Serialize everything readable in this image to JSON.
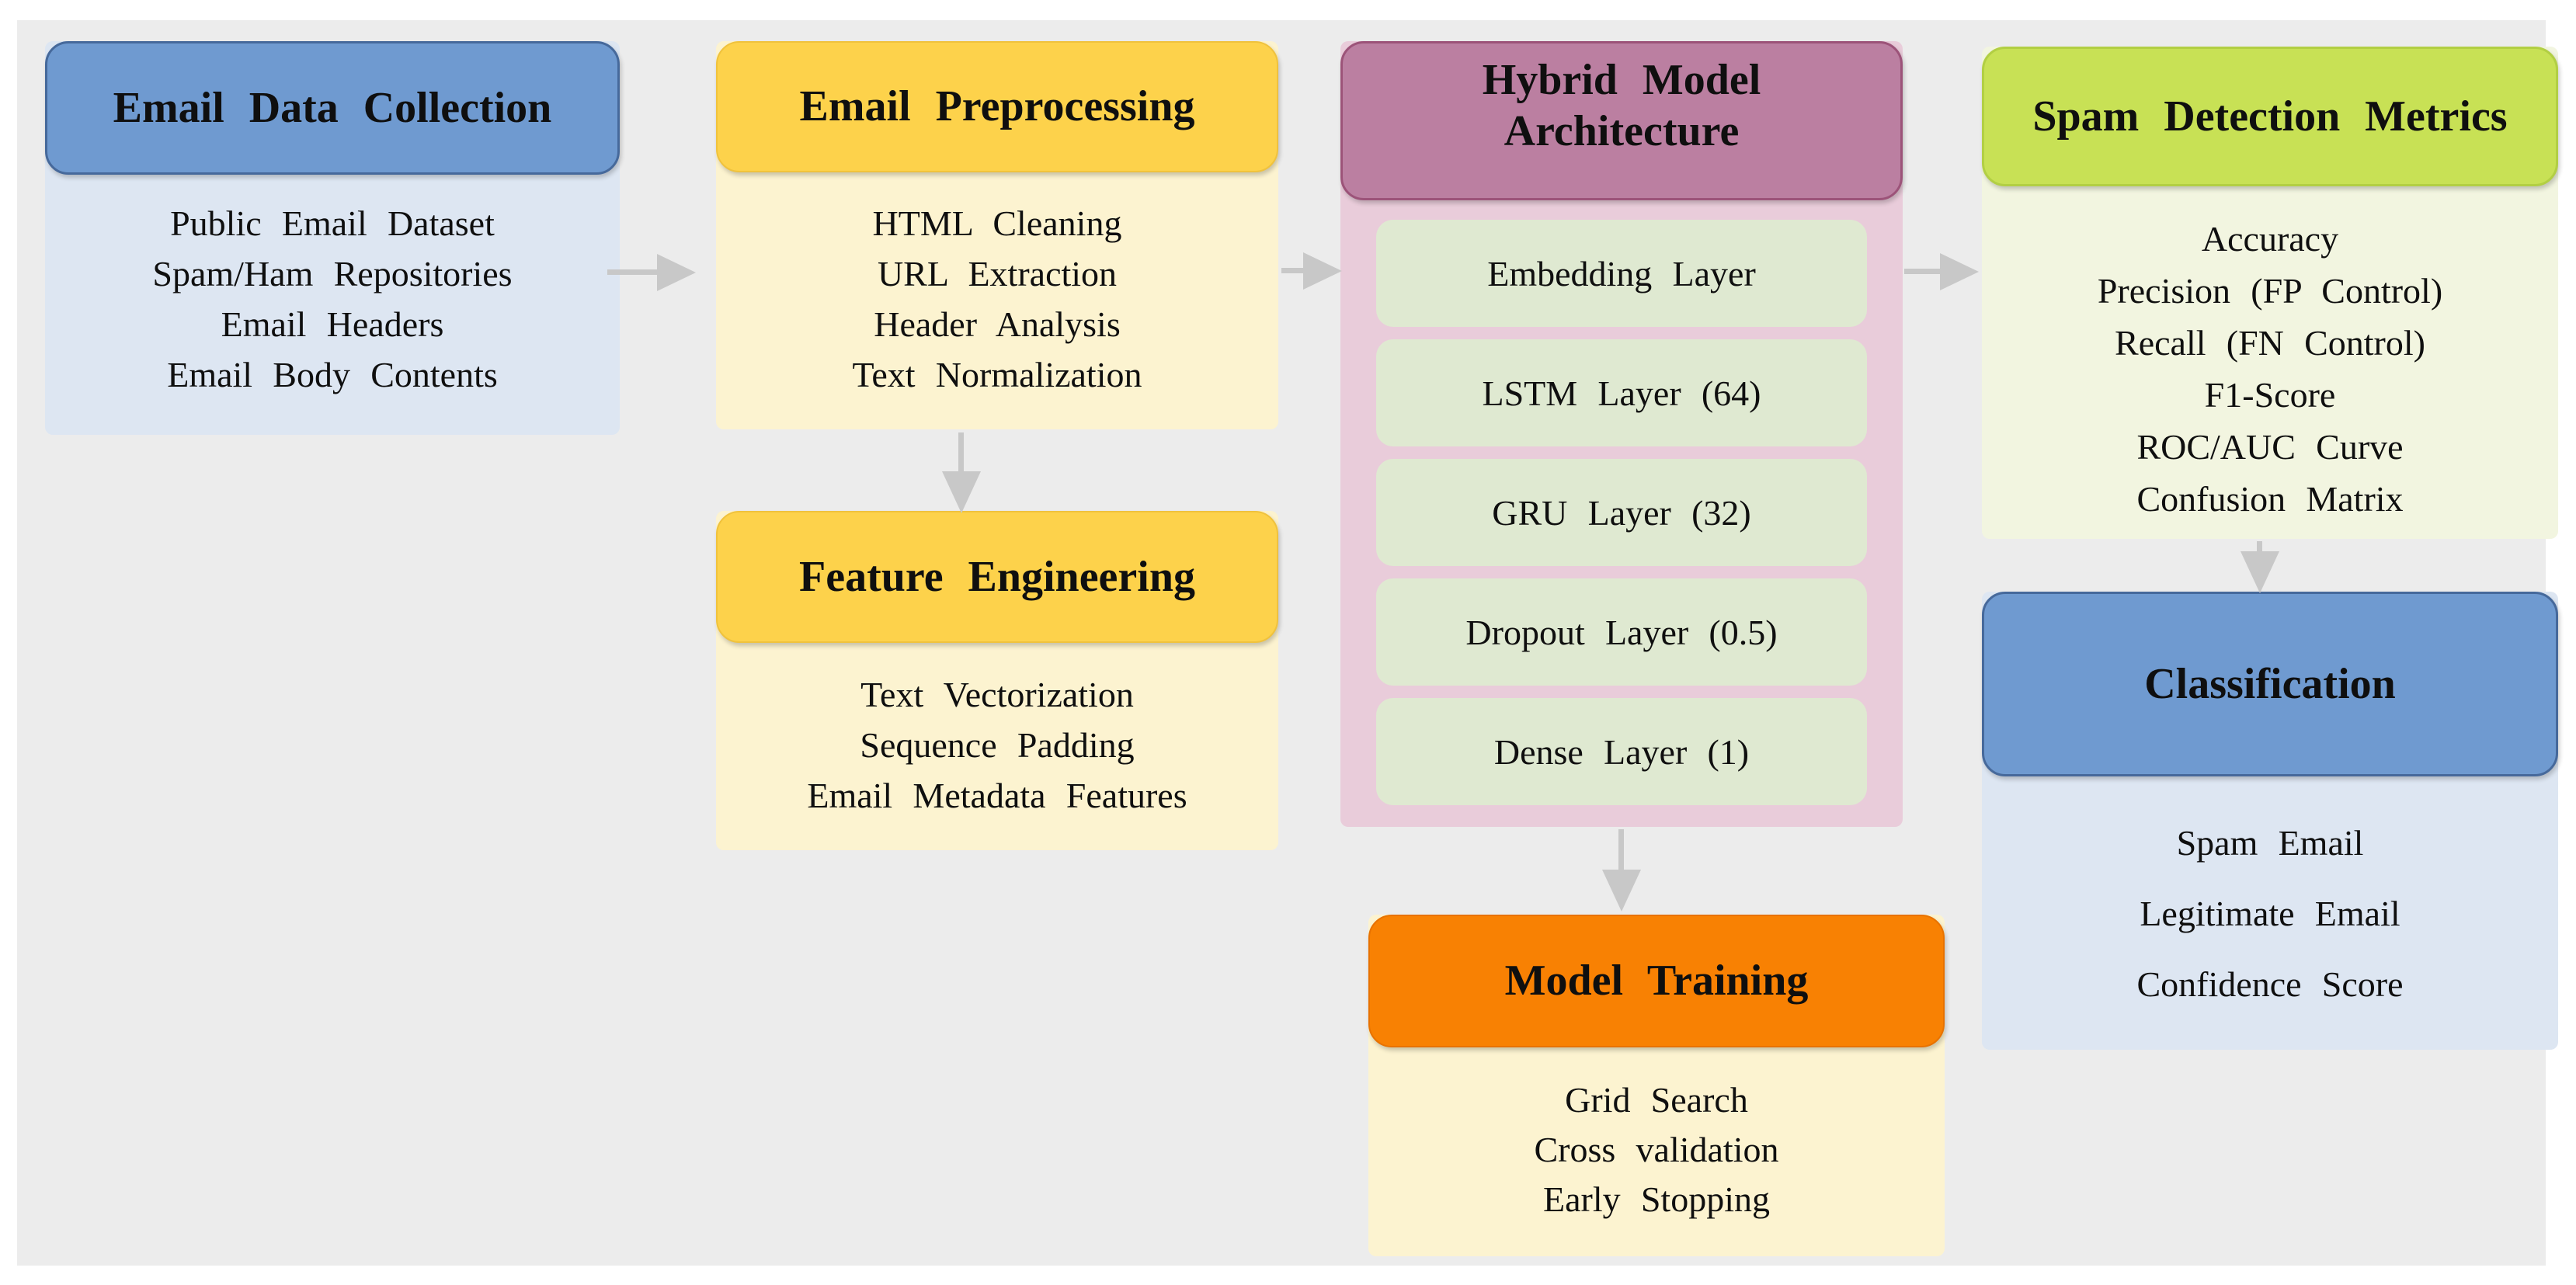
{
  "palette": {
    "page-bg": "#ffffff",
    "panel-bg": "#ececec",
    "text": "#0f0f0f",
    "arrow": "#c8c8c8",
    "blue-header": "#6f9ad0",
    "blue-border": "#46699b",
    "blue-body": "#dde6f2",
    "gold-header": "#fdd24b",
    "gold-border": "#f0c23c",
    "cream-body": "#fcf3d0",
    "plum-header": "#bb7fa1",
    "plum-border": "#9c5379",
    "pink-body": "#e9ccda",
    "layer-green": "#dfe9d1",
    "orange-header": "#f88103",
    "orange-border": "#e87200",
    "lime-header": "#c8e155",
    "lime-border": "#b2cf43",
    "metrics-body": "#f2f5e0"
  },
  "stages": {
    "email_data_collection": {
      "title": "Email Data Collection",
      "items": [
        "Public Email Dataset",
        "Spam/Ham Repositories",
        "Email Headers",
        "Email Body Contents"
      ]
    },
    "email_preprocessing": {
      "title": "Email Preprocessing",
      "items": [
        "HTML Cleaning",
        "URL Extraction",
        "Header Analysis",
        "Text Normalization"
      ]
    },
    "feature_engineering": {
      "title": "Feature Engineering",
      "items": [
        "Text Vectorization",
        "Sequence Padding",
        "Email Metadata Features"
      ]
    },
    "hybrid_model": {
      "title_line1": "Hybrid Model",
      "title_line2": "Architecture",
      "layers": [
        "Embedding Layer",
        "LSTM Layer (64)",
        "GRU Layer (32)",
        "Dropout Layer (0.5)",
        "Dense Layer (1)"
      ]
    },
    "model_training": {
      "title": "Model Training",
      "items": [
        "Grid Search",
        "Cross validation",
        "Early Stopping"
      ]
    },
    "spam_detection_metrics": {
      "title": "Spam Detection Metrics",
      "items": [
        "Accuracy",
        "Precision (FP Control)",
        "Recall (FN Control)",
        "F1-Score",
        "ROC/AUC Curve",
        "Confusion Matrix"
      ]
    },
    "classification": {
      "title": "Classification",
      "items": [
        "Spam Email",
        "Legitimate Email",
        "Confidence Score"
      ]
    }
  }
}
